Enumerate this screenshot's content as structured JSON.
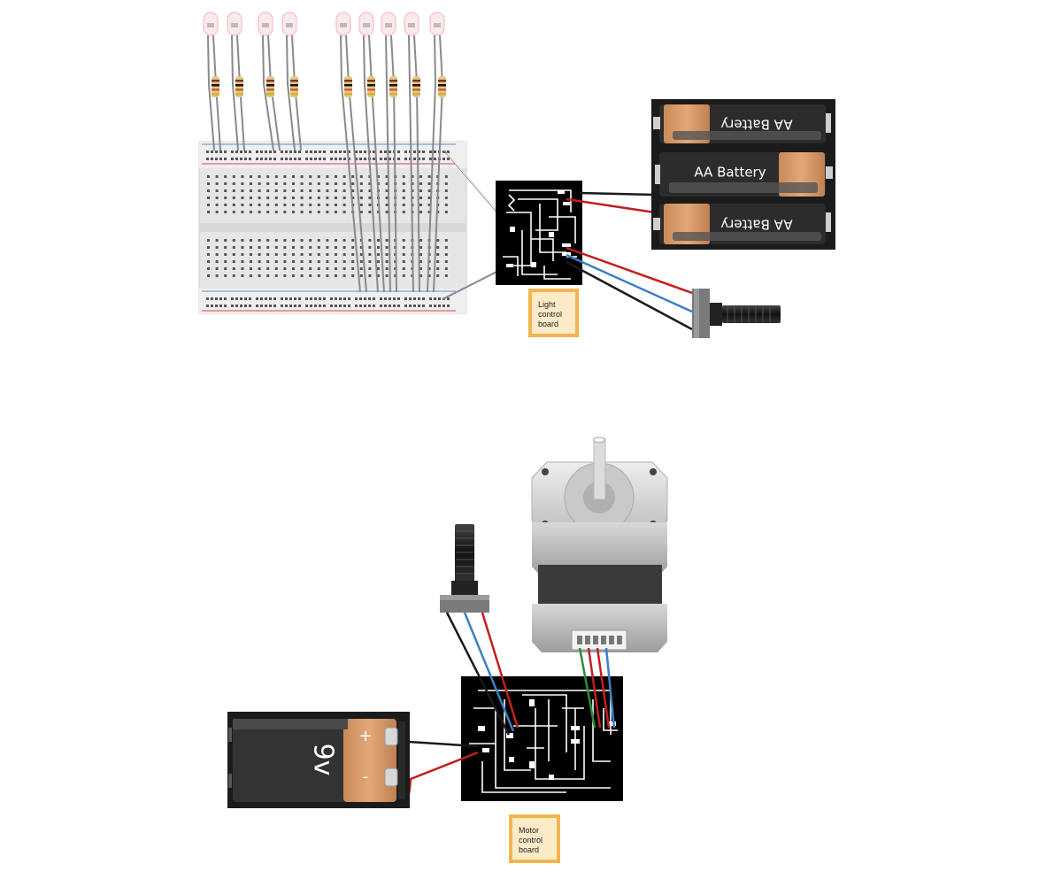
{
  "labels": {
    "light_board": [
      "Light",
      "control",
      "board"
    ],
    "motor_board": [
      "Motor",
      "control",
      "board"
    ]
  },
  "battery": {
    "aa_text": "AA Battery",
    "nine_volt_text": "9v",
    "plus": "+",
    "minus": "-"
  },
  "wire_colors": {
    "red": "#c41e1e",
    "black": "#1a1a1a",
    "blue": "#3b7fc4",
    "green": "#2e8b3a",
    "gray": "#9a9a9a"
  }
}
